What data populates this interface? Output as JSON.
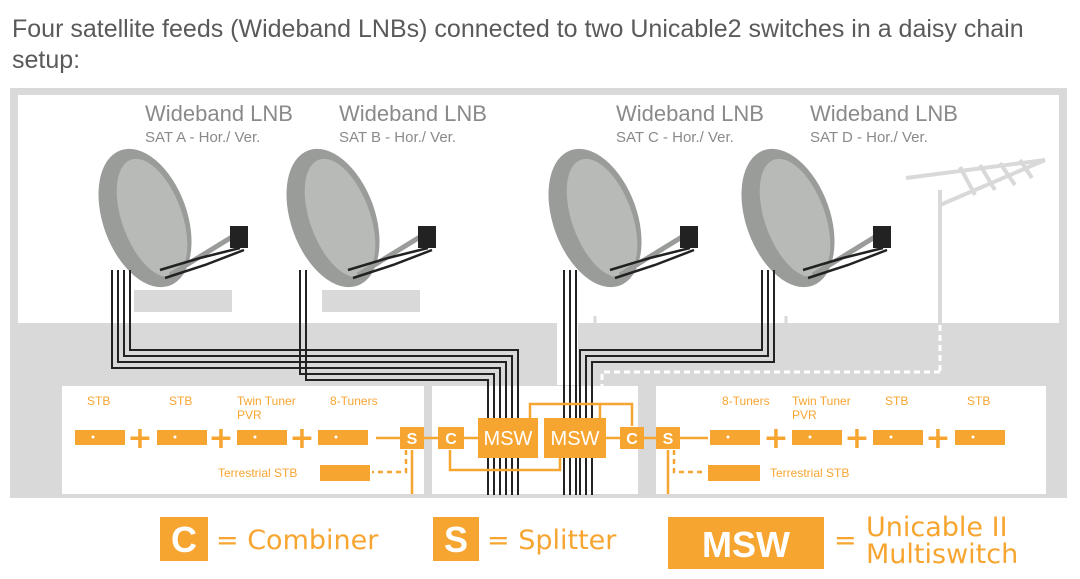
{
  "title": "Four satellite feeds (Wideband LNBs) connected to two Unicable2 switches in a daisy chain setup:",
  "colors": {
    "accent": "#f7a531",
    "panel": "#d9d9d9",
    "dish": "#9a9c9a",
    "text": "#8a8a8a"
  },
  "lnbs": [
    {
      "name": "Wideband LNB",
      "sub": "SAT A - Hor./ Ver."
    },
    {
      "name": "Wideband LNB",
      "sub": "SAT B - Hor./ Ver."
    },
    {
      "name": "Wideband LNB",
      "sub": "SAT C - Hor./ Ver."
    },
    {
      "name": "Wideband LNB",
      "sub": "SAT D - Hor./ Ver."
    }
  ],
  "left_devices": [
    "STB",
    "STB",
    "Twin Tuner\nPVR",
    "8-Tuners"
  ],
  "right_devices": [
    "8-Tuners",
    "Twin Tuner\nPVR",
    "STB",
    "STB"
  ],
  "terrestrial": [
    "Terrestrial STB",
    "Terrestrial STB"
  ],
  "plus": "+",
  "boxes": {
    "splitter": "S",
    "combiner": "C",
    "msw": "MSW"
  },
  "legend": {
    "combiner_letter": "C",
    "combiner_text": "= Combiner",
    "splitter_letter": "S",
    "splitter_text": "= Splitter",
    "msw_letter": "MSW",
    "eq": "=",
    "msw_line1": "Unicable II",
    "msw_line2": "Multiswitch"
  }
}
